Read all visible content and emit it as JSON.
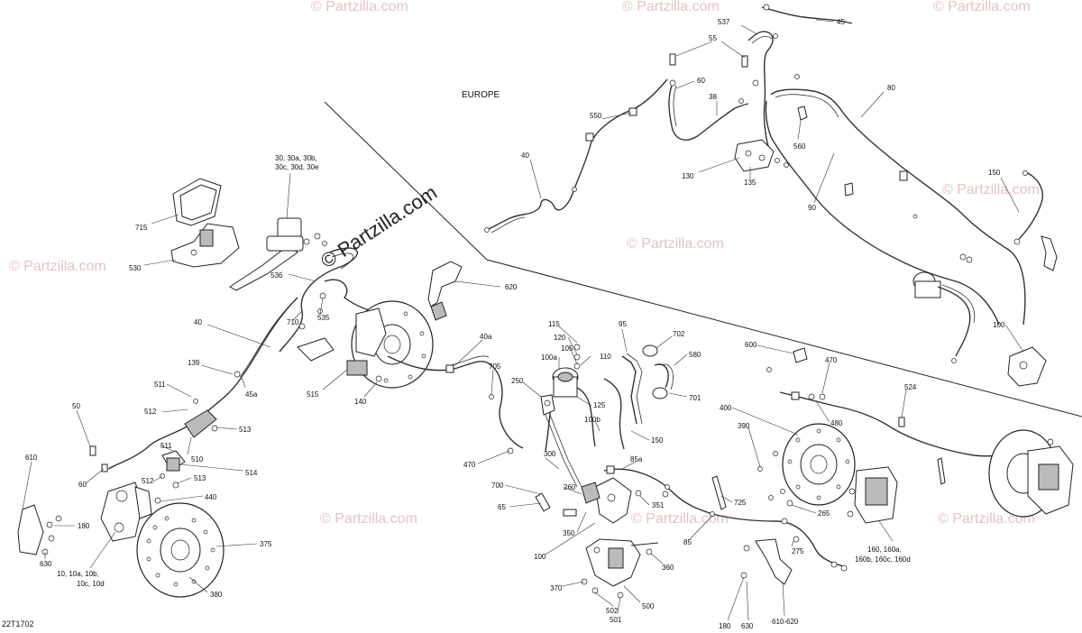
{
  "region_label": "EUROPE",
  "drawing_code": "22T1702",
  "watermark_main": "© Partzilla.com",
  "watermark_tile": "© Partzilla.com",
  "callouts": [
    {
      "id": "c537",
      "text": "537"
    },
    {
      "id": "c45",
      "text": "45"
    },
    {
      "id": "c55",
      "text": "55"
    },
    {
      "id": "c60a",
      "text": "60"
    },
    {
      "id": "c38",
      "text": "38"
    },
    {
      "id": "c80",
      "text": "80"
    },
    {
      "id": "c550",
      "text": "550"
    },
    {
      "id": "c40a",
      "text": "40"
    },
    {
      "id": "c560",
      "text": "560"
    },
    {
      "id": "c130",
      "text": "130"
    },
    {
      "id": "c135",
      "text": "135"
    },
    {
      "id": "c90",
      "text": "90"
    },
    {
      "id": "c150a",
      "text": "150"
    },
    {
      "id": "c30",
      "text": "30, 30a, 30b,"
    },
    {
      "id": "c30b",
      "text": "30c, 30d, 30e"
    },
    {
      "id": "c715",
      "text": "715"
    },
    {
      "id": "c530",
      "text": "530"
    },
    {
      "id": "c536",
      "text": "536"
    },
    {
      "id": "c620",
      "text": "620"
    },
    {
      "id": "c710",
      "text": "710"
    },
    {
      "id": "c535",
      "text": "535"
    },
    {
      "id": "c40b",
      "text": "40"
    },
    {
      "id": "c139",
      "text": "139"
    },
    {
      "id": "c45a",
      "text": "45a"
    },
    {
      "id": "c515",
      "text": "515"
    },
    {
      "id": "c140",
      "text": "140"
    },
    {
      "id": "c40a2",
      "text": "40a"
    },
    {
      "id": "c705",
      "text": "705"
    },
    {
      "id": "c115",
      "text": "115"
    },
    {
      "id": "c120",
      "text": "120"
    },
    {
      "id": "c105",
      "text": "105"
    },
    {
      "id": "c100a",
      "text": "100a"
    },
    {
      "id": "c110",
      "text": "110"
    },
    {
      "id": "c95",
      "text": "95"
    },
    {
      "id": "c702",
      "text": "702"
    },
    {
      "id": "c580",
      "text": "580"
    },
    {
      "id": "c701",
      "text": "701"
    },
    {
      "id": "c250",
      "text": "250"
    },
    {
      "id": "c125",
      "text": "125"
    },
    {
      "id": "c100b",
      "text": "100b"
    },
    {
      "id": "c150b",
      "text": "150"
    },
    {
      "id": "c600",
      "text": "600"
    },
    {
      "id": "c470a",
      "text": "470"
    },
    {
      "id": "c524",
      "text": "524"
    },
    {
      "id": "c400",
      "text": "400"
    },
    {
      "id": "c390",
      "text": "390"
    },
    {
      "id": "c480",
      "text": "480"
    },
    {
      "id": "c100c",
      "text": "100"
    },
    {
      "id": "c511a",
      "text": "511"
    },
    {
      "id": "c512a",
      "text": "512"
    },
    {
      "id": "c513a",
      "text": "513"
    },
    {
      "id": "c50",
      "text": "50"
    },
    {
      "id": "c511b",
      "text": "511"
    },
    {
      "id": "c510",
      "text": "510"
    },
    {
      "id": "c513b",
      "text": "513"
    },
    {
      "id": "c512b",
      "text": "512"
    },
    {
      "id": "c514",
      "text": "514"
    },
    {
      "id": "c60b",
      "text": "60"
    },
    {
      "id": "c440",
      "text": "440"
    },
    {
      "id": "c610",
      "text": "610"
    },
    {
      "id": "c180a",
      "text": "180"
    },
    {
      "id": "c630a",
      "text": "630"
    },
    {
      "id": "c375",
      "text": "375"
    },
    {
      "id": "c10",
      "text": "10, 10a, 10b,"
    },
    {
      "id": "c10b",
      "text": "10c, 10d"
    },
    {
      "id": "c380",
      "text": "380"
    },
    {
      "id": "c470b",
      "text": "470"
    },
    {
      "id": "c300",
      "text": "300"
    },
    {
      "id": "c700",
      "text": "700"
    },
    {
      "id": "c260",
      "text": "260"
    },
    {
      "id": "c65",
      "text": "65"
    },
    {
      "id": "c85a",
      "text": "85a"
    },
    {
      "id": "c351",
      "text": "351"
    },
    {
      "id": "c725",
      "text": "725"
    },
    {
      "id": "c265",
      "text": "265"
    },
    {
      "id": "c350",
      "text": "350"
    },
    {
      "id": "c85",
      "text": "85"
    },
    {
      "id": "c275",
      "text": "275"
    },
    {
      "id": "c160",
      "text": "160, 160a,"
    },
    {
      "id": "c160b",
      "text": "160b, 160c, 160d"
    },
    {
      "id": "c100d",
      "text": "100"
    },
    {
      "id": "c360",
      "text": "360"
    },
    {
      "id": "c370",
      "text": "370"
    },
    {
      "id": "c500",
      "text": "500"
    },
    {
      "id": "c502",
      "text": "502"
    },
    {
      "id": "c501",
      "text": "501"
    },
    {
      "id": "c180b",
      "text": "180"
    },
    {
      "id": "c630b",
      "text": "630"
    },
    {
      "id": "c610b",
      "text": "610-620"
    }
  ]
}
